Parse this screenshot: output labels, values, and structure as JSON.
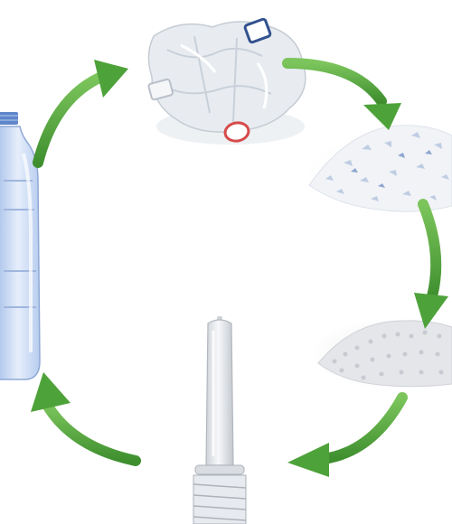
{
  "diagram": {
    "type": "recycling-cycle",
    "stages": [
      {
        "id": "plastic-bottle",
        "icon": "plastic-bottle-icon"
      },
      {
        "id": "crushed-bottles",
        "icon": "crushed-bottles-icon"
      },
      {
        "id": "plastic-flakes",
        "icon": "flakes-pile-icon"
      },
      {
        "id": "plastic-pellets",
        "icon": "pellets-pile-icon"
      },
      {
        "id": "bottle-preform",
        "icon": "preform-icon"
      }
    ],
    "arrow_color": "#4ea23a",
    "arrow_highlight": "#8bd06a",
    "plastic_tint": "#c9d9f2"
  }
}
